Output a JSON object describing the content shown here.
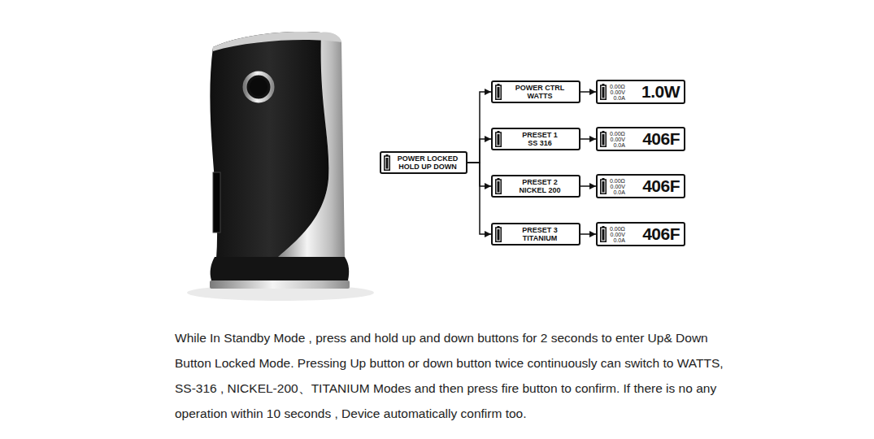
{
  "diagram": {
    "caption": "While In Standby Mode , press and hold up and down buttons for 2 seconds to enter Up& Down Button Locked Mode. Pressing Up button or down button twice continuously can switch to WATTS, SS-316 , NICKEL-200、TITANIUM Modes and then press fire button to confirm. If there is no any operation within 10 seconds , Device automatically confirm too.",
    "nodes": [
      {
        "text": [
          "POWER LOCKED HOLD UP DOWN"
        ]
      },
      {
        "text": [
          "POWER CTRL WATTS"
        ]
      },
      {
        "text": [
          "0.00Ω",
          "0.00V",
          "0.0A",
          "1.0W"
        ]
      },
      {
        "text": [
          "PRESET 1 SS 316"
        ]
      },
      {
        "text": [
          "0.00Ω",
          "0.00V",
          "0.0A",
          "406F"
        ]
      },
      {
        "text": [
          "PRESET 2 NICKEL 200"
        ]
      },
      {
        "text": [
          "0.00Ω",
          "0.00V",
          "0.0A",
          "406F"
        ]
      },
      {
        "text": [
          "PRESET 3 TITANIUM"
        ]
      },
      {
        "text": [
          "0.00Ω",
          "0.00V",
          "0.0A",
          "406F"
        ]
      }
    ],
    "edges": [
      {
        "from": 0,
        "to": 1,
        "arrow": "to"
      },
      {
        "from": 0,
        "to": 3,
        "arrow": "to"
      },
      {
        "from": 0,
        "to": 5,
        "arrow": "to"
      },
      {
        "from": 0,
        "to": 7,
        "arrow": "to"
      },
      {
        "from": 1,
        "to": 2,
        "arrow": "to"
      },
      {
        "from": 3,
        "to": 4,
        "arrow": "to"
      },
      {
        "from": 5,
        "to": 6,
        "arrow": "to"
      },
      {
        "from": 7,
        "to": 8,
        "arrow": "to"
      }
    ]
  }
}
